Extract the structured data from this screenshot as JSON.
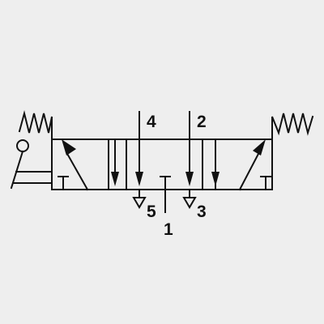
{
  "diagram": {
    "ports": {
      "p4": "4",
      "p2": "2",
      "p5": "5",
      "p3": "3",
      "p1": "1"
    },
    "colors": {
      "background": "#eeeeee",
      "line": "#111111"
    },
    "icons": {
      "left_actuator": "lever-roller-icon",
      "left_return": "spring-icon",
      "right_return": "spring-icon"
    }
  }
}
